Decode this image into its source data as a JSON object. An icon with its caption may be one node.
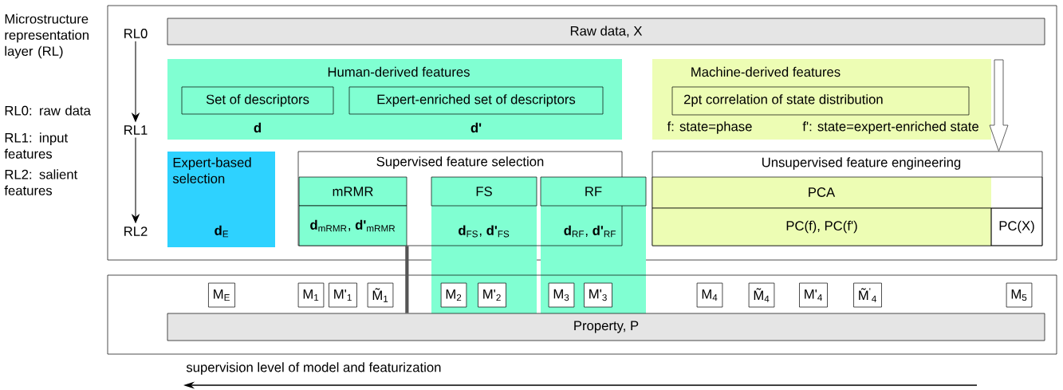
{
  "diagram": {
    "nodes": [
      {
        "text": [],
        "shape": "box"
      },
      {
        "text": [
          "Raw data, X"
        ],
        "in": 0
      },
      {
        "text": [
          "RL0"
        ],
        "in": 0
      },
      {
        "text": [
          "RL1"
        ],
        "in": 0
      },
      {
        "text": [
          "RL2"
        ],
        "in": 0
      },
      {
        "text": [
          "Human-derived features"
        ],
        "in": 0
      },
      {
        "text": [
          "Set of descriptors"
        ],
        "in": 5,
        "beside": [
          "**d**"
        ]
      },
      {
        "text": [
          "Expert-enriched set of descriptors"
        ],
        "in": 5,
        "beside": [
          "**d'**"
        ]
      },
      {
        "text": [
          "Machine-derived features",
          "f: state=phase",
          "f': state=expert-enriched state"
        ],
        "in": 0
      },
      {
        "text": [
          "2pt correlation of state distribution"
        ],
        "in": 8
      },
      {
        "text": [
          "Expert-based selection",
          "**d**$_{E}$"
        ],
        "in": 0
      },
      {
        "text": [
          "Supervised feature selection"
        ],
        "in": 0
      },
      {
        "text": [
          "mRMR"
        ],
        "in": 11
      },
      {
        "text": [
          "**d**$_{mRMR}$, **d'**$_{mRMR}$"
        ],
        "in": 11
      },
      {
        "text": [
          "**d**$_{FS}$, **d'**$_{FS}$"
        ]
      },
      {
        "text": [
          "FS"
        ]
      },
      {
        "text": [
          "**d**$_{RF}$, **d'**$_{RF}$"
        ]
      },
      {
        "text": [
          "RF"
        ]
      },
      {
        "text": [
          "Unsupervised feature engineering"
        ],
        "in": 0
      },
      {
        "text": [
          "PCA"
        ],
        "in": 18
      },
      {
        "text": [
          "PC(f), PC(f')"
        ],
        "in": 18
      },
      {
        "text": [
          "PC(X)"
        ],
        "in": 18
      },
      {
        "text": [],
        "shape": "box"
      },
      {
        "text": [
          "Property, P"
        ],
        "in": 22
      },
      {
        "text": [
          "M$_{E}$"
        ],
        "in": 22
      },
      {
        "text": [
          "M$_{1}$"
        ],
        "in": 22
      },
      {
        "text": [
          "M'$_{1}$"
        ],
        "in": 22
      },
      {
        "text": [
          "M̃$_{1}$"
        ],
        "in": 22
      },
      {
        "text": [
          "M$_{2}$"
        ]
      },
      {
        "text": [
          "M'$_{2}$"
        ]
      },
      {
        "text": [
          "M$_{3}$"
        ]
      },
      {
        "text": [
          "M'$_{3}$"
        ]
      },
      {
        "text": [
          "M$_{4}$"
        ],
        "in": 22
      },
      {
        "text": [
          "M̃$_{4}$"
        ],
        "in": 22
      },
      {
        "text": [
          "M'$_{4}$"
        ],
        "in": 22
      },
      {
        "text": [
          "M̃$^{'}$$_{4}$"
        ],
        "in": 22
      },
      {
        "text": [
          "M$_{5}$"
        ],
        "in": 22
      }
    ],
    "edges": [
      {
        "from": 2,
        "to": 3,
        "arrow": "to"
      },
      {
        "from": 3,
        "to": 4,
        "arrow": "to"
      },
      {
        "from": null,
        "to": 18,
        "arrow": "to"
      },
      {
        "from": 13,
        "to": 23,
        "arrow": "none",
        "style": "thick",
        "color": "#555555"
      }
    ],
    "labels": [
      "Microstructure representation layer (RL)",
      "RL0: raw data",
      "RL1: input features",
      "RL2: salient features",
      "supervision level of model and featurization"
    ]
  }
}
